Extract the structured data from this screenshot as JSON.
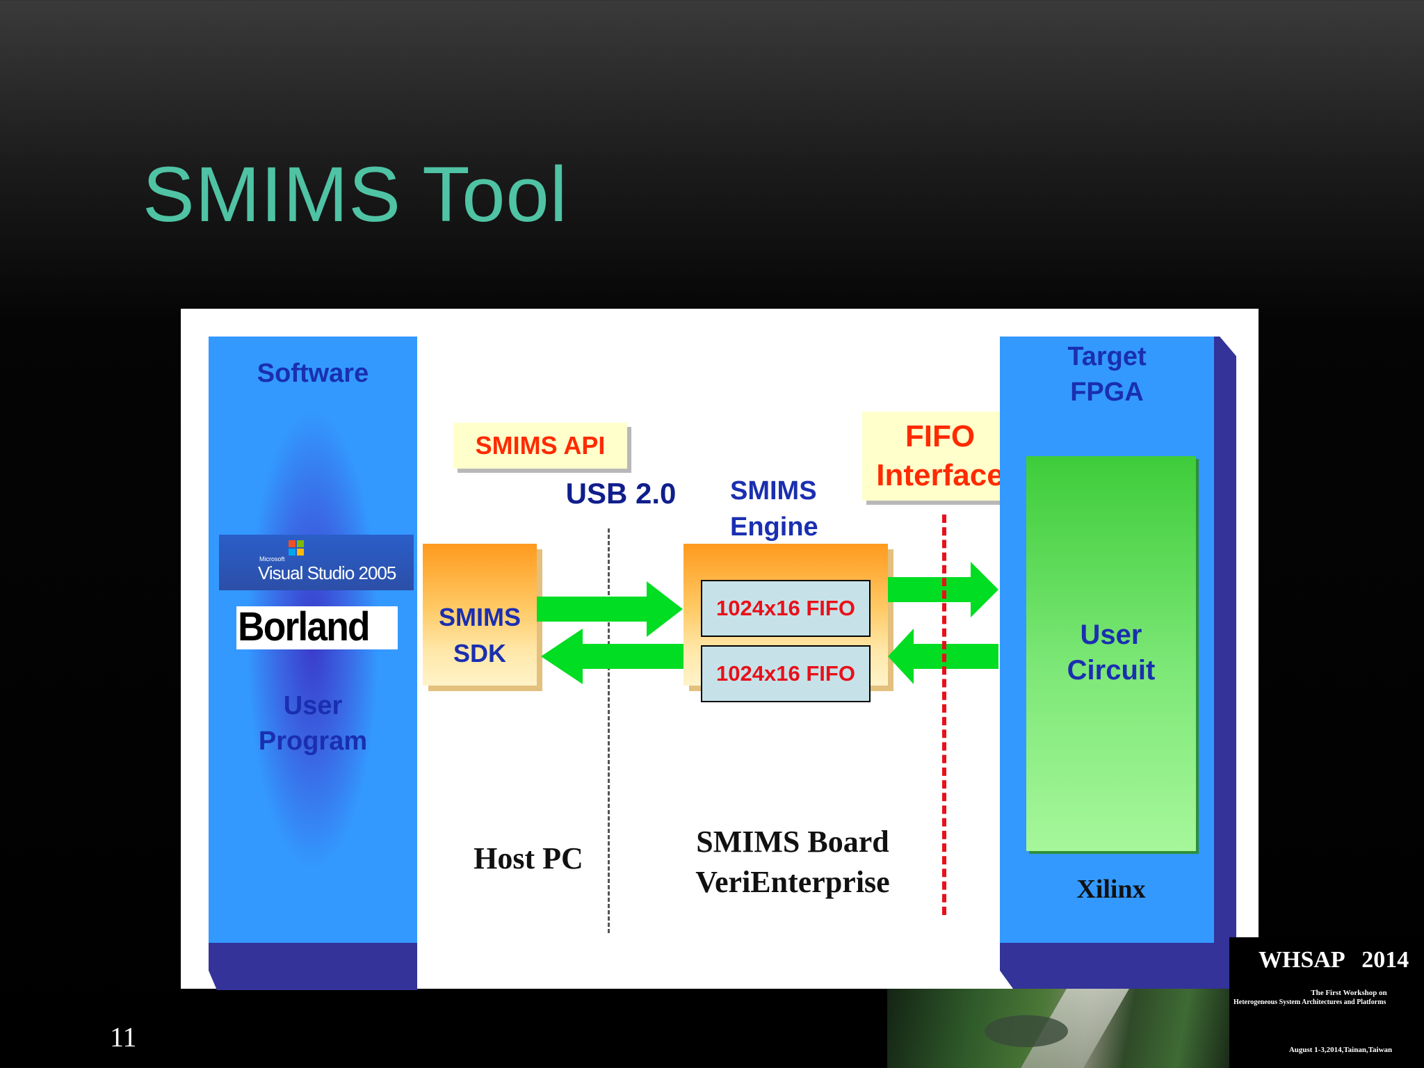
{
  "slide": {
    "title": "SMIMS Tool",
    "number": "11"
  },
  "diagram": {
    "software_column": {
      "title": "Software",
      "logo_vs_small": "Microsoft",
      "logo_vs": "Visual Studio 2005",
      "logo_borland": "Borland",
      "user_program": [
        "User",
        "Program"
      ]
    },
    "smims_api": "SMIMS API",
    "usb_label": "USB 2.0",
    "smims_sdk": [
      "SMIMS",
      "SDK"
    ],
    "smims_engine": [
      "SMIMS",
      "Engine"
    ],
    "fifo_interface": [
      "FIFO",
      "Interface"
    ],
    "fifos": [
      "1024x16 FIFO",
      "1024x16 FIFO"
    ],
    "target_fpga": [
      "Target",
      "FPGA"
    ],
    "user_circuit": [
      "User",
      "Circuit"
    ],
    "host_pc": "Host PC",
    "smims_board": [
      "SMIMS Board",
      "VeriEnterprise"
    ],
    "xilinx": "Xilinx"
  },
  "footer_logo": {
    "title": "WHSAP   2014",
    "line1": "The First Workshop on",
    "line2": "Heterogeneous System Architectures and Platforms",
    "line3": "August 1-3,2014,Tainan,Taiwan"
  },
  "colors": {
    "title": "#4fc3a4",
    "arrow": "#00dd22",
    "column_blue": "#3399ff",
    "column_shadow": "#333399",
    "fifo_text": "#e8101a",
    "label_blue": "#1a2fb0",
    "interface_line": "#e8101a"
  }
}
